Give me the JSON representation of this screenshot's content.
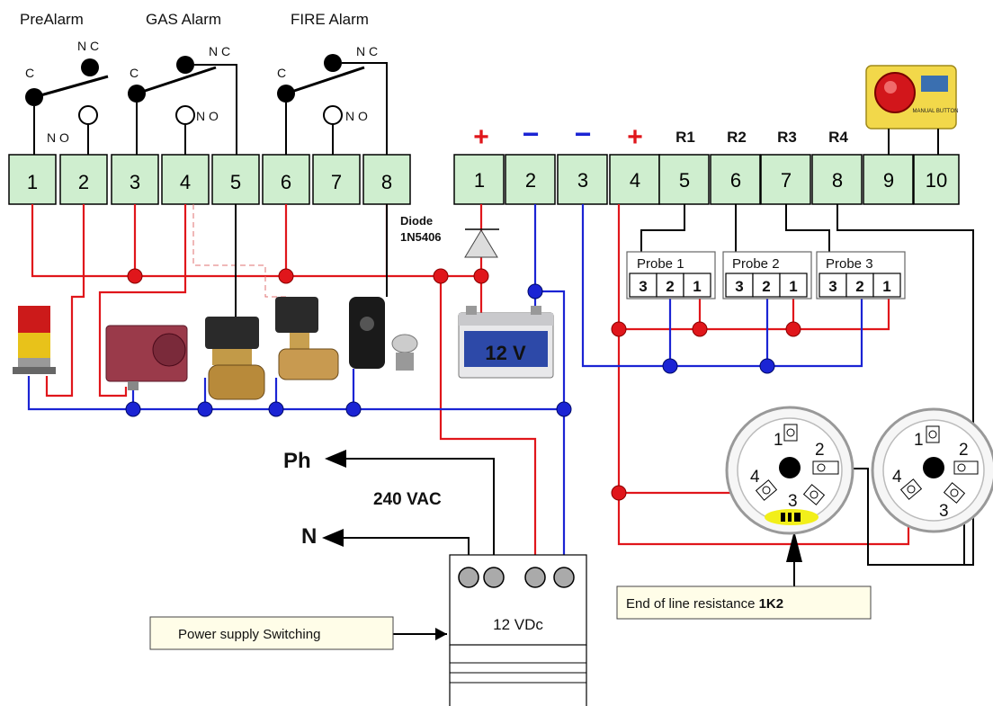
{
  "relays": [
    {
      "title": "PreAlarm",
      "c": "C",
      "nc": "N C",
      "no": "N O"
    },
    {
      "title": "GAS Alarm",
      "c": "C",
      "nc": "N C",
      "no": "N O"
    },
    {
      "title": "FIRE Alarm",
      "c": "C",
      "nc": "N C",
      "no": "N O"
    }
  ],
  "left_terminals": [
    "1",
    "2",
    "3",
    "4",
    "5",
    "6",
    "7",
    "8"
  ],
  "right_terminals": [
    "1",
    "2",
    "3",
    "4",
    "5",
    "6",
    "7",
    "8",
    "9",
    "10"
  ],
  "polarity": [
    "+",
    "−",
    "−",
    "+"
  ],
  "relay_outputs": [
    "R1",
    "R2",
    "R3",
    "R4"
  ],
  "diode": {
    "line1": "Diode",
    "line2": "1N5406"
  },
  "battery": "12 V",
  "probes": [
    {
      "name": "Probe  1",
      "pins": [
        "3",
        "2",
        "1"
      ]
    },
    {
      "name": "Probe  2",
      "pins": [
        "3",
        "2",
        "1"
      ]
    },
    {
      "name": "Probe  3",
      "pins": [
        "3",
        "2",
        "1"
      ]
    }
  ],
  "sockets": [
    {
      "pins": [
        "1",
        "2",
        "3",
        "4"
      ]
    },
    {
      "pins": [
        "1",
        "2",
        "3",
        "4"
      ]
    }
  ],
  "mains": {
    "ph": "Ph",
    "n": "N",
    "voltage": "240  VAC"
  },
  "psu": {
    "label": "12  VDc",
    "note": "Power supply  Switching"
  },
  "eol": {
    "text": "End of line resistance ",
    "value": "1K2"
  },
  "button_label": "MANUAL BUTTON",
  "colors": {
    "positive": "#e0161b",
    "negative": "#1b24d4",
    "terminal": "#cfeecf"
  }
}
